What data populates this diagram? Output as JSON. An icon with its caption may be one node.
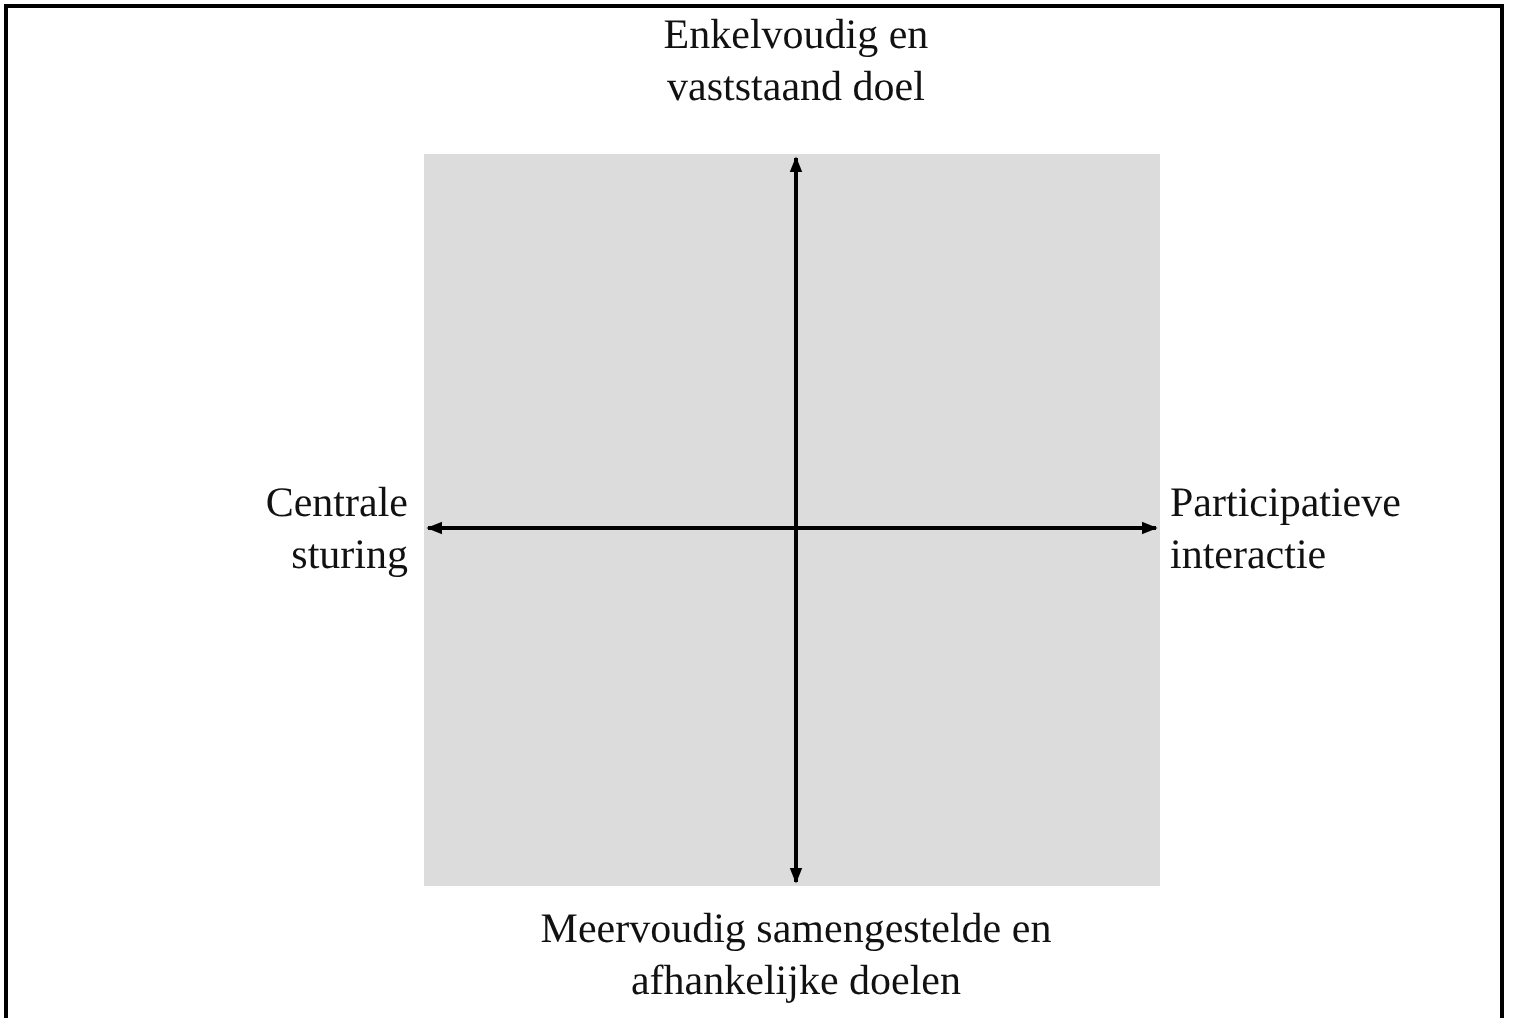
{
  "diagram": {
    "labels": [
      "Enkelvoudig en vaststaand doel",
      "Centrale sturing",
      "Participatieve interactie",
      "Meervoudig samengestelde en afhankelijke doelen"
    ]
  }
}
